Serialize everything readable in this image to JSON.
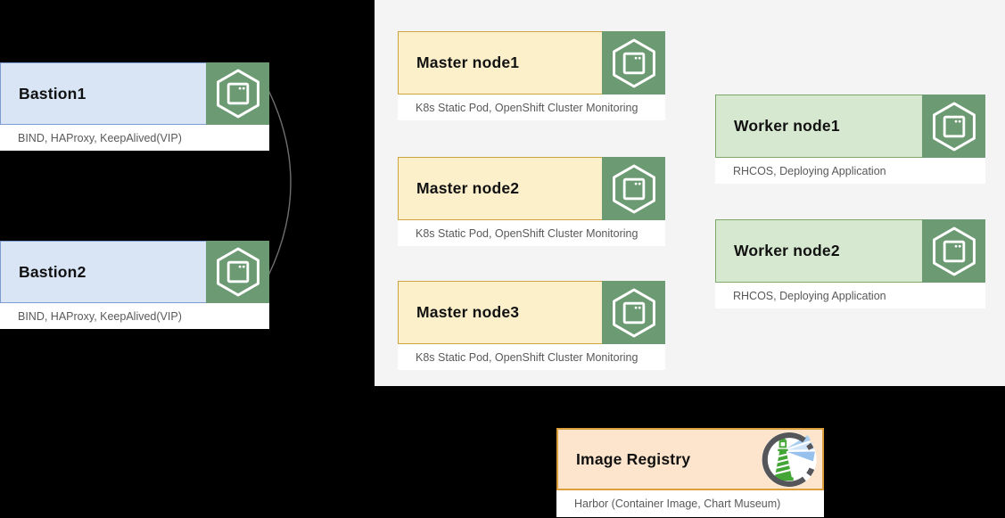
{
  "colors": {
    "background": "#000000",
    "panel_bg": "#f4f4f5",
    "bastion_fill": "#d9e5f4",
    "bastion_border": "#7e9cd0",
    "master_fill": "#fcf0cb",
    "master_border": "#cda440",
    "worker_fill": "#d7e8d1",
    "worker_border": "#7ca968",
    "registry_fill": "#fce5cc",
    "registry_border": "#dd9f3e",
    "icon_green": "#6c9a72",
    "strip_bg": "#ffffff",
    "title_text": "#111111",
    "subtitle_text": "#595959",
    "connector": "#6f6f6f",
    "harbor_ring": "#55565a",
    "harbor_green": "#43a536"
  },
  "nodes": {
    "bastion1": {
      "title": "Bastion1",
      "subtitle": "BIND, HAProxy, KeepAlived(VIP)"
    },
    "bastion2": {
      "title": "Bastion2",
      "subtitle": "BIND, HAProxy, KeepAlived(VIP)"
    },
    "master1": {
      "title": "Master node1",
      "subtitle": "K8s Static Pod, OpenShift Cluster Monitoring"
    },
    "master2": {
      "title": "Master node2",
      "subtitle": "K8s Static Pod, OpenShift Cluster Monitoring"
    },
    "master3": {
      "title": "Master node3",
      "subtitle": "K8s Static Pod, OpenShift Cluster Monitoring"
    },
    "worker1": {
      "title": "Worker node1",
      "subtitle": "RHCOS, Deploying Application"
    },
    "worker2": {
      "title": "Worker node2",
      "subtitle": "RHCOS, Deploying Application"
    },
    "registry": {
      "title": "Image Registry",
      "subtitle": "Harbor (Container Image, Chart Museum)"
    }
  },
  "icons": {
    "node_icon": "container-hexagon-icon",
    "registry_icon": "harbor-logo-icon"
  }
}
